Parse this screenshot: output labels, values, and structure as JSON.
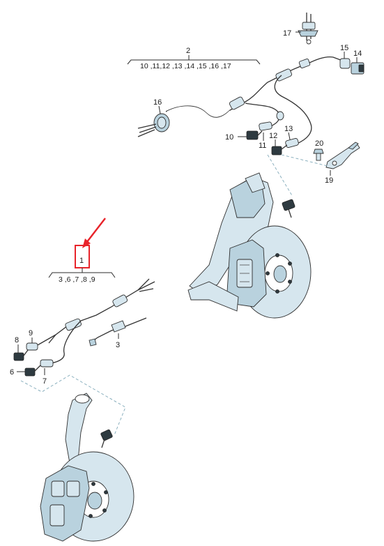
{
  "colors": {
    "highlight": "#e8232a",
    "part_fill": "#d6e6ee",
    "part_shade": "#b9d2de",
    "leader_dash": "#7fa8b8"
  },
  "labels": {
    "n1": "1",
    "n2": "2",
    "n3": "3",
    "n6": "6",
    "n7": "7",
    "n8": "8",
    "n9": "9",
    "n10": "10",
    "n11": "11",
    "n12": "12",
    "n13": "13",
    "n14": "14",
    "n15": "15",
    "n16": "16",
    "n17": "17",
    "n19": "19",
    "n20": "20",
    "group2": "10 ,11,12 ,13 ,14 ,15 ,16 ,17",
    "group1": "3 ,6 ,7 ,8 ,9"
  },
  "icons": {
    "callout_arrow": "red-arrow",
    "callout_box": "red-highlight-box"
  }
}
